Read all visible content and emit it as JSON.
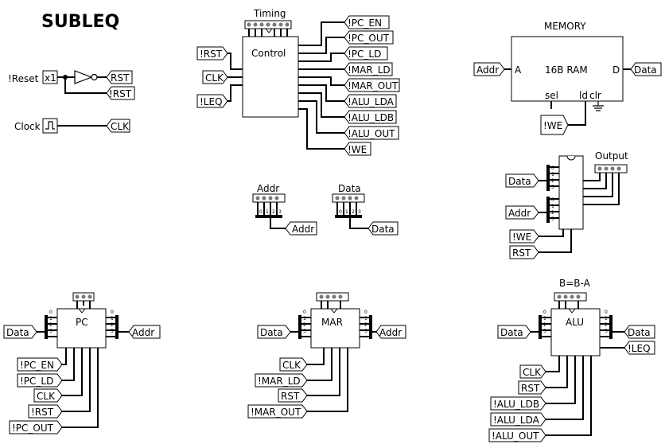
{
  "title": "SUBLEQ",
  "inputs": {
    "reset_label": "!Reset",
    "reset_value": "x1",
    "clock_label": "Clock"
  },
  "components": {
    "control": {
      "label": "Control",
      "top_label": "Timing"
    },
    "memory": {
      "title": "MEMORY",
      "label": "16B RAM",
      "port_a": "A",
      "port_d": "D",
      "sel": "sel",
      "ld": "ld",
      "clr": "clr"
    },
    "output": {
      "label": "Output"
    },
    "addr_split": {
      "label": "Addr"
    },
    "data_split": {
      "label": "Data"
    },
    "pc": {
      "label": "PC"
    },
    "mar": {
      "label": "MAR"
    },
    "alu": {
      "label": "ALU",
      "top_label": "B=B-A"
    }
  },
  "pin_numbers": [
    "0",
    "1",
    "2",
    "3"
  ],
  "tunnels": {
    "rst": "RST",
    "nrst": "!RST",
    "clk": "CLK",
    "nleq": "!LEQ",
    "addr": "Addr",
    "data": "Data",
    "nwe": "!WE",
    "npc_en": "!PC_EN",
    "npc_out": "!PC_OUT",
    "npc_ld": "!PC_LD",
    "nmar_ld": "!MAR_LD",
    "nmar_out": "!MAR_OUT",
    "nalu_lda": "!ALU_LDA",
    "nalu_ldb": "!ALU_LDB",
    "nalu_out": "!ALU_OUT"
  }
}
